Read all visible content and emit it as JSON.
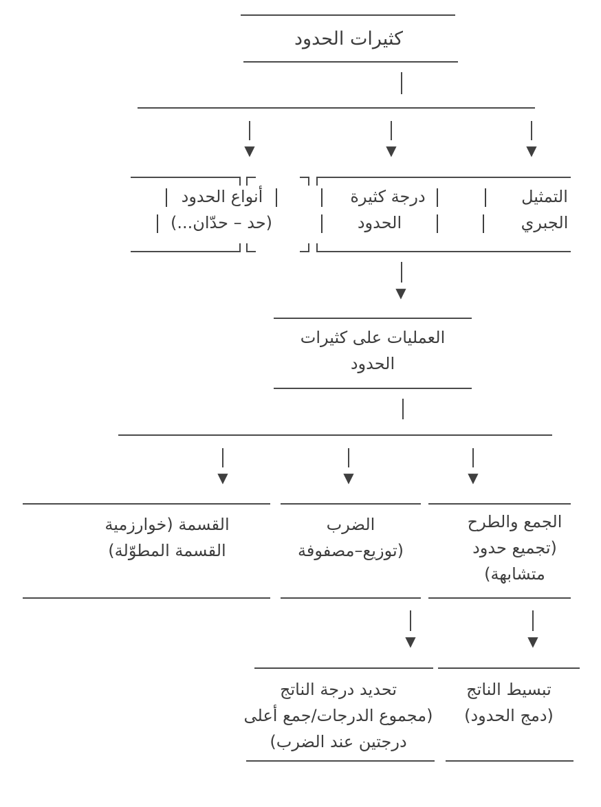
{
  "diagram": {
    "direction": "rtl",
    "type": "flowchart",
    "colors": {
      "text": "#3d3d3d",
      "line": "#4a4a4a",
      "background": "#ffffff"
    },
    "glyphs": {
      "arrow_down": "▼",
      "pipe": "|"
    },
    "nodes": {
      "root": {
        "label": "كثيرات الحدود"
      },
      "algebraic_representation": {
        "lines": [
          "التمثيل",
          "الجبري"
        ]
      },
      "polynomial_degree": {
        "lines": [
          "درجة كثيرة",
          "الحدود"
        ]
      },
      "term_types": {
        "lines": [
          "أنواع الحدود",
          "(حد – حدّان...)"
        ]
      },
      "operations": {
        "lines": [
          "العمليات على كثيرات",
          "الحدود"
        ]
      },
      "addition_subtraction": {
        "lines": [
          "الجمع والطرح",
          "(تجميع حدود",
          "متشابهة)"
        ]
      },
      "multiplication": {
        "lines": [
          "الضرب",
          "(توزيع–مصفوفة"
        ]
      },
      "division": {
        "lines": [
          "القسمة (خوارزمية",
          "القسمة المطوّلة)"
        ]
      },
      "simplify_result": {
        "lines": [
          "تبسيط الناتج",
          "(دمج الحدود)"
        ]
      },
      "result_degree": {
        "lines": [
          "تحديد درجة الناتج",
          "(مجموع الدرجات/جمع أعلى",
          "درجتين عند الضرب)"
        ]
      }
    }
  }
}
